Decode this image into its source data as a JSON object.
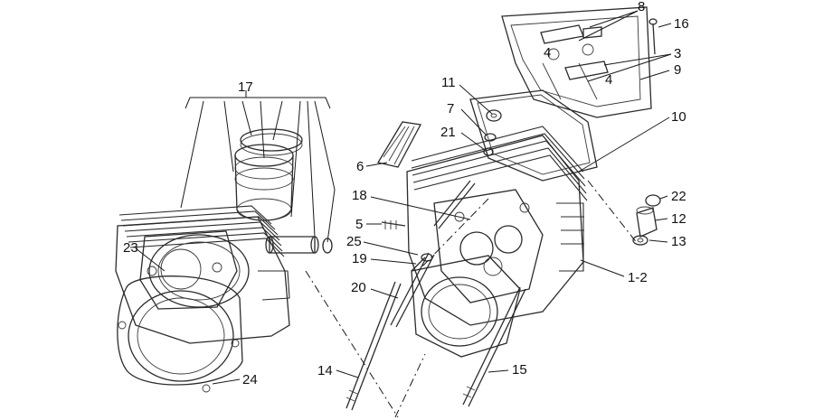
{
  "callouts": [
    {
      "id": "c8",
      "text": "8"
    },
    {
      "id": "c16",
      "text": "16"
    },
    {
      "id": "c3",
      "text": "3"
    },
    {
      "id": "c4a",
      "text": "4"
    },
    {
      "id": "c4b",
      "text": "4"
    },
    {
      "id": "c9",
      "text": "9"
    },
    {
      "id": "c17",
      "text": "17"
    },
    {
      "id": "c11",
      "text": "11"
    },
    {
      "id": "c7",
      "text": "7"
    },
    {
      "id": "c10",
      "text": "10"
    },
    {
      "id": "c21",
      "text": "21"
    },
    {
      "id": "c6",
      "text": "6"
    },
    {
      "id": "c22",
      "text": "22"
    },
    {
      "id": "c18",
      "text": "18"
    },
    {
      "id": "c12",
      "text": "12"
    },
    {
      "id": "c5",
      "text": "5"
    },
    {
      "id": "c13",
      "text": "13"
    },
    {
      "id": "c23",
      "text": "23"
    },
    {
      "id": "c25",
      "text": "25"
    },
    {
      "id": "c19",
      "text": "19"
    },
    {
      "id": "c1_2",
      "text": "1-2"
    },
    {
      "id": "c20",
      "text": "20"
    },
    {
      "id": "c14",
      "text": "14"
    },
    {
      "id": "c15",
      "text": "15"
    },
    {
      "id": "c24",
      "text": "24"
    }
  ]
}
